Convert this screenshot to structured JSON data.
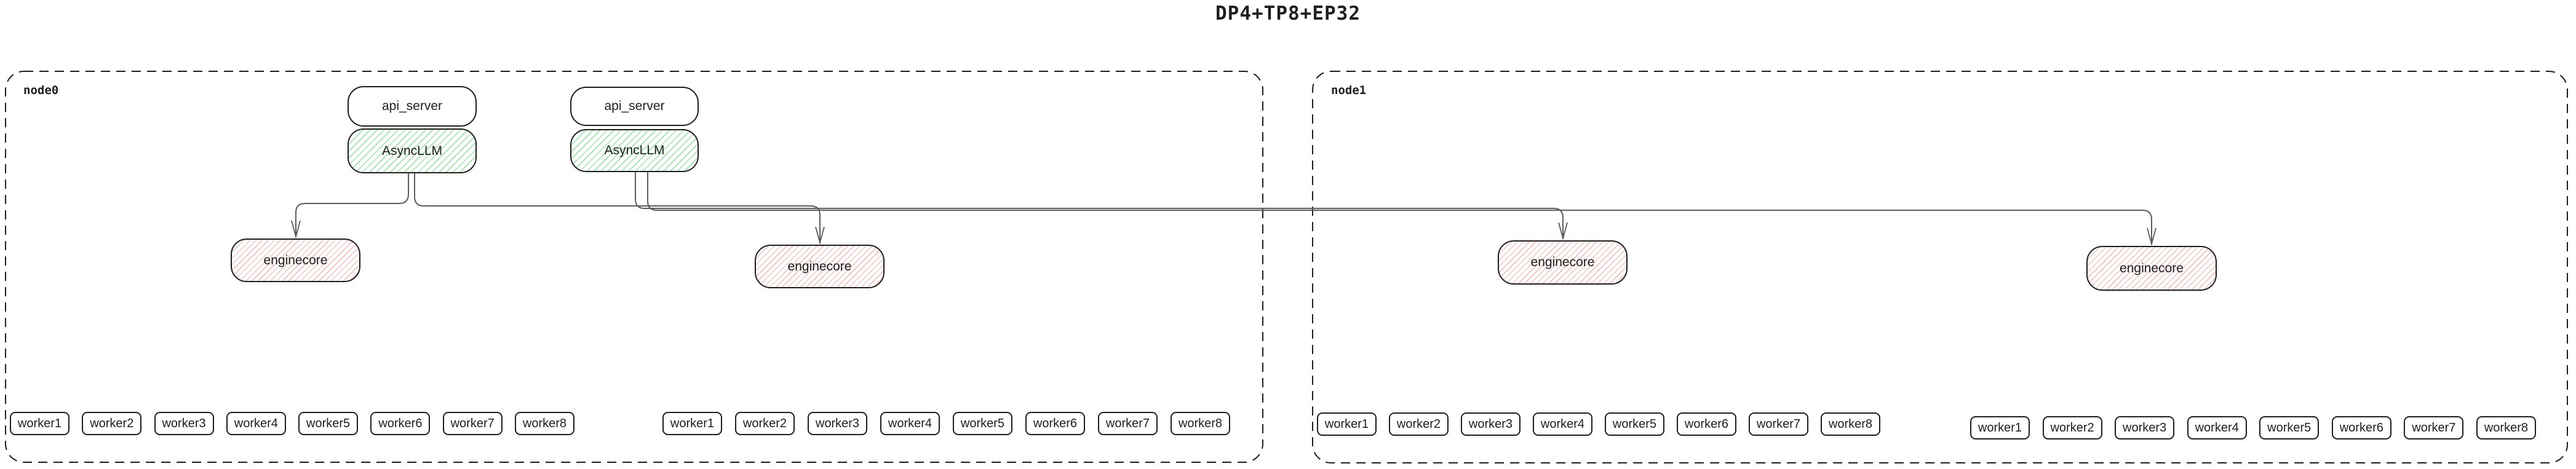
{
  "title": "DP4+TP8+EP32",
  "nodes": [
    {
      "label": "node0"
    },
    {
      "label": "node1"
    }
  ],
  "labels": {
    "api_server": "api_server",
    "asyncllm": "AsyncLLM",
    "enginecore": "enginecore"
  },
  "workers": [
    "worker1",
    "worker2",
    "worker3",
    "worker4",
    "worker5",
    "worker6",
    "worker7",
    "worker8"
  ],
  "colors": {
    "border": "#1e1e1e",
    "green_hatch": "#9ae6a6",
    "red_hatch": "#f6b4b0",
    "connector": "#5c5c5c",
    "background": "#ffffff"
  }
}
